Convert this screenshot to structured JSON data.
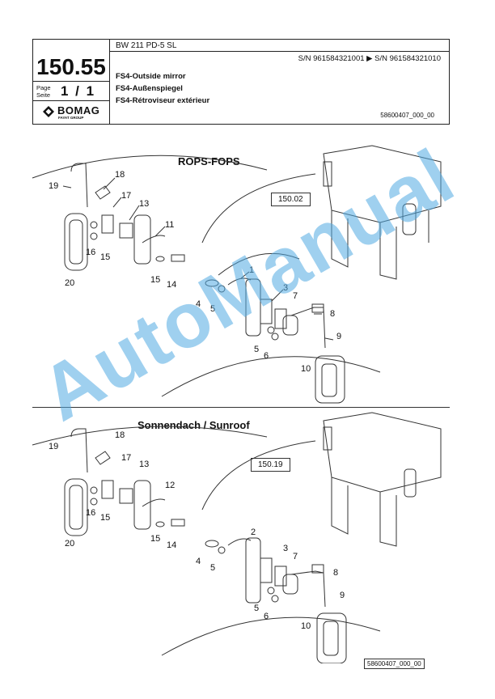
{
  "header": {
    "model": "BW 211 PD-5 SL",
    "serial_range": "S/N 961584321001  ▶  S/N 961584321010",
    "page_code": "150.55",
    "page_label_de": "Page",
    "page_label_en": "Seite",
    "page_number": "1 / 1",
    "title_en": "FS4-Outside mirror",
    "title_de": "FS4-Außenspiegel",
    "title_fr": "FS4-Rétroviseur extérieur",
    "doc_number": "58600407_000_00"
  },
  "logo": {
    "brand": "BOMAG",
    "sub": "FAYAT GROUP",
    "icon": "bomag-diamond-icon"
  },
  "top_section": {
    "title": "ROPS-FOPS",
    "reference": "150.02",
    "parts": [
      "19",
      "18",
      "17",
      "13",
      "11",
      "16",
      "15",
      "15",
      "14",
      "20",
      "1",
      "4",
      "5",
      "3",
      "7",
      "8",
      "9",
      "6",
      "5",
      "10"
    ]
  },
  "bottom_section": {
    "title": "Sonnendach / Sunroof",
    "reference": "150.19",
    "parts": [
      "19",
      "18",
      "17",
      "13",
      "12",
      "16",
      "15",
      "15",
      "14",
      "20",
      "2",
      "4",
      "5",
      "3",
      "7",
      "8",
      "9",
      "5",
      "6",
      "10"
    ]
  },
  "watermark": "AutoManual",
  "footer_code": "58600407_000_00"
}
